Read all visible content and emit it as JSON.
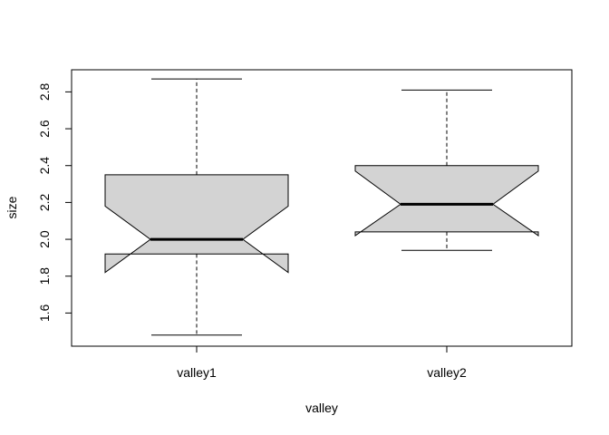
{
  "chart_data": {
    "type": "boxplot",
    "title": "",
    "xlabel": "valley",
    "ylabel": "size",
    "ylim": [
      1.42,
      2.92
    ],
    "yticks": [
      1.6,
      1.8,
      2.0,
      2.2,
      2.4,
      2.6,
      2.8
    ],
    "ytick_labels": [
      "1.6",
      "1.8",
      "2.0",
      "2.2",
      "2.4",
      "2.6",
      "2.8"
    ],
    "notched": true,
    "grid": false,
    "box_fill": "#d3d3d3",
    "categories": [
      "valley1",
      "valley2"
    ],
    "boxes": [
      {
        "name": "valley1",
        "whisker_low": 1.48,
        "q1": 1.92,
        "notch_low": 1.82,
        "median": 2.0,
        "notch_high": 2.18,
        "q3": 2.35,
        "whisker_high": 2.87
      },
      {
        "name": "valley2",
        "whisker_low": 1.94,
        "q1": 2.04,
        "notch_low": 2.02,
        "median": 2.19,
        "notch_high": 2.37,
        "q3": 2.4,
        "whisker_high": 2.81
      }
    ]
  }
}
